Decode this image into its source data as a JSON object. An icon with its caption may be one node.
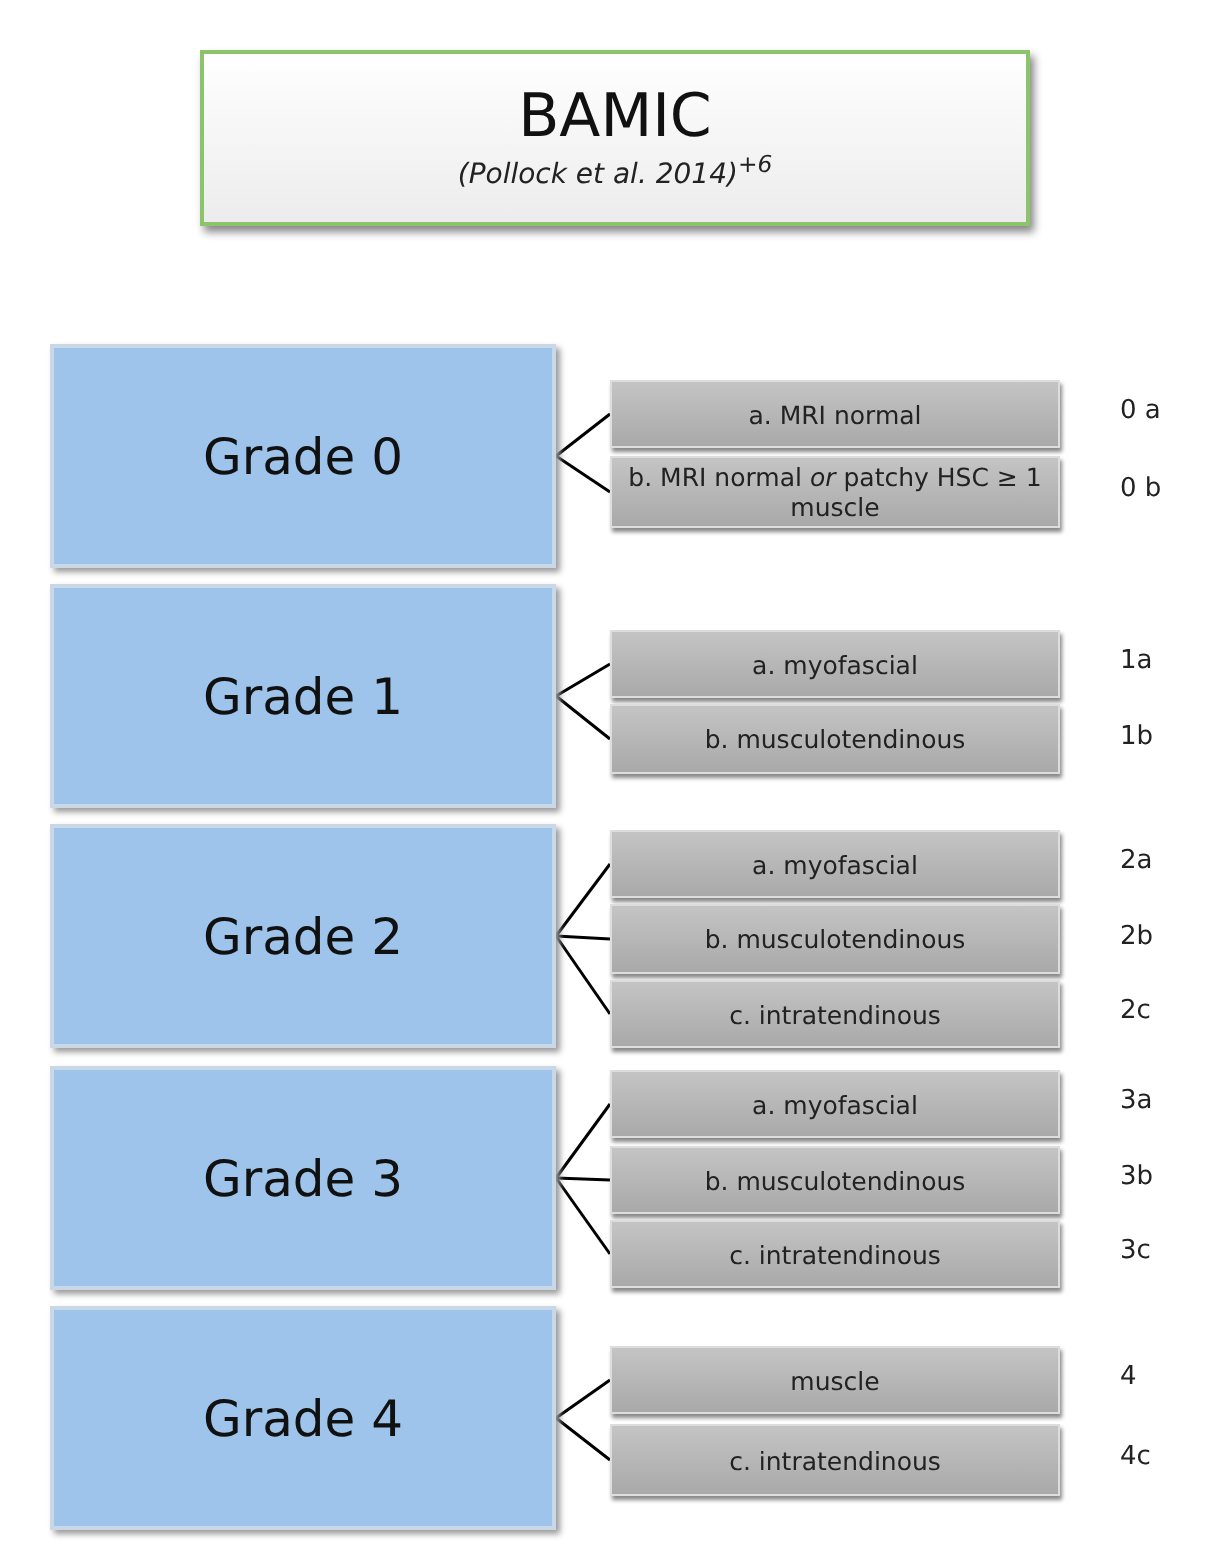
{
  "diagram": {
    "nodes": [
      {
        "text": [
          "BAMIC",
          "(Pollock et al. 2014)$^{+6}$"
        ]
      },
      {
        "text": [
          "Grade 0"
        ]
      },
      {
        "text": [
          "a. MRI normal"
        ],
        "beside": [
          "0 a"
        ]
      },
      {
        "text": [
          "b. MRI normal *or* patchy HSC ≥ 1 muscle"
        ],
        "beside": [
          "0 b"
        ]
      },
      {
        "text": [
          "Grade 1"
        ]
      },
      {
        "text": [
          "a. myofascial"
        ],
        "beside": [
          "1a"
        ]
      },
      {
        "text": [
          "b. musculotendinous"
        ],
        "beside": [
          "1b"
        ]
      },
      {
        "text": [
          "Grade 2"
        ]
      },
      {
        "text": [
          "a. myofascial"
        ],
        "beside": [
          "2a"
        ]
      },
      {
        "text": [
          "b. musculotendinous"
        ],
        "beside": [
          "2b"
        ]
      },
      {
        "text": [
          "c. intratendinous"
        ],
        "beside": [
          "2c"
        ]
      },
      {
        "text": [
          "Grade 3"
        ]
      },
      {
        "text": [
          "a. myofascial"
        ],
        "beside": [
          "3a"
        ]
      },
      {
        "text": [
          "b. musculotendinous"
        ],
        "beside": [
          "3b"
        ]
      },
      {
        "text": [
          "c. intratendinous"
        ],
        "beside": [
          "3c"
        ]
      },
      {
        "text": [
          "Grade 4"
        ]
      },
      {
        "text": [
          "muscle"
        ],
        "beside": [
          "4"
        ]
      },
      {
        "text": [
          "c. intratendinous"
        ],
        "beside": [
          "4c"
        ]
      }
    ],
    "edges": [
      {
        "from": 1,
        "to": 2,
        "arrow": "none"
      },
      {
        "from": 1,
        "to": 3,
        "arrow": "none"
      },
      {
        "from": 4,
        "to": 5,
        "arrow": "none"
      },
      {
        "from": 4,
        "to": 6,
        "arrow": "none"
      },
      {
        "from": 7,
        "to": 8,
        "arrow": "none"
      },
      {
        "from": 7,
        "to": 9,
        "arrow": "none"
      },
      {
        "from": 7,
        "to": 10,
        "arrow": "none"
      },
      {
        "from": 11,
        "to": 12,
        "arrow": "none"
      },
      {
        "from": 11,
        "to": 13,
        "arrow": "none"
      },
      {
        "from": 11,
        "to": 14,
        "arrow": "none"
      },
      {
        "from": 15,
        "to": 16,
        "arrow": "none"
      },
      {
        "from": 15,
        "to": 17,
        "arrow": "none"
      }
    ]
  }
}
